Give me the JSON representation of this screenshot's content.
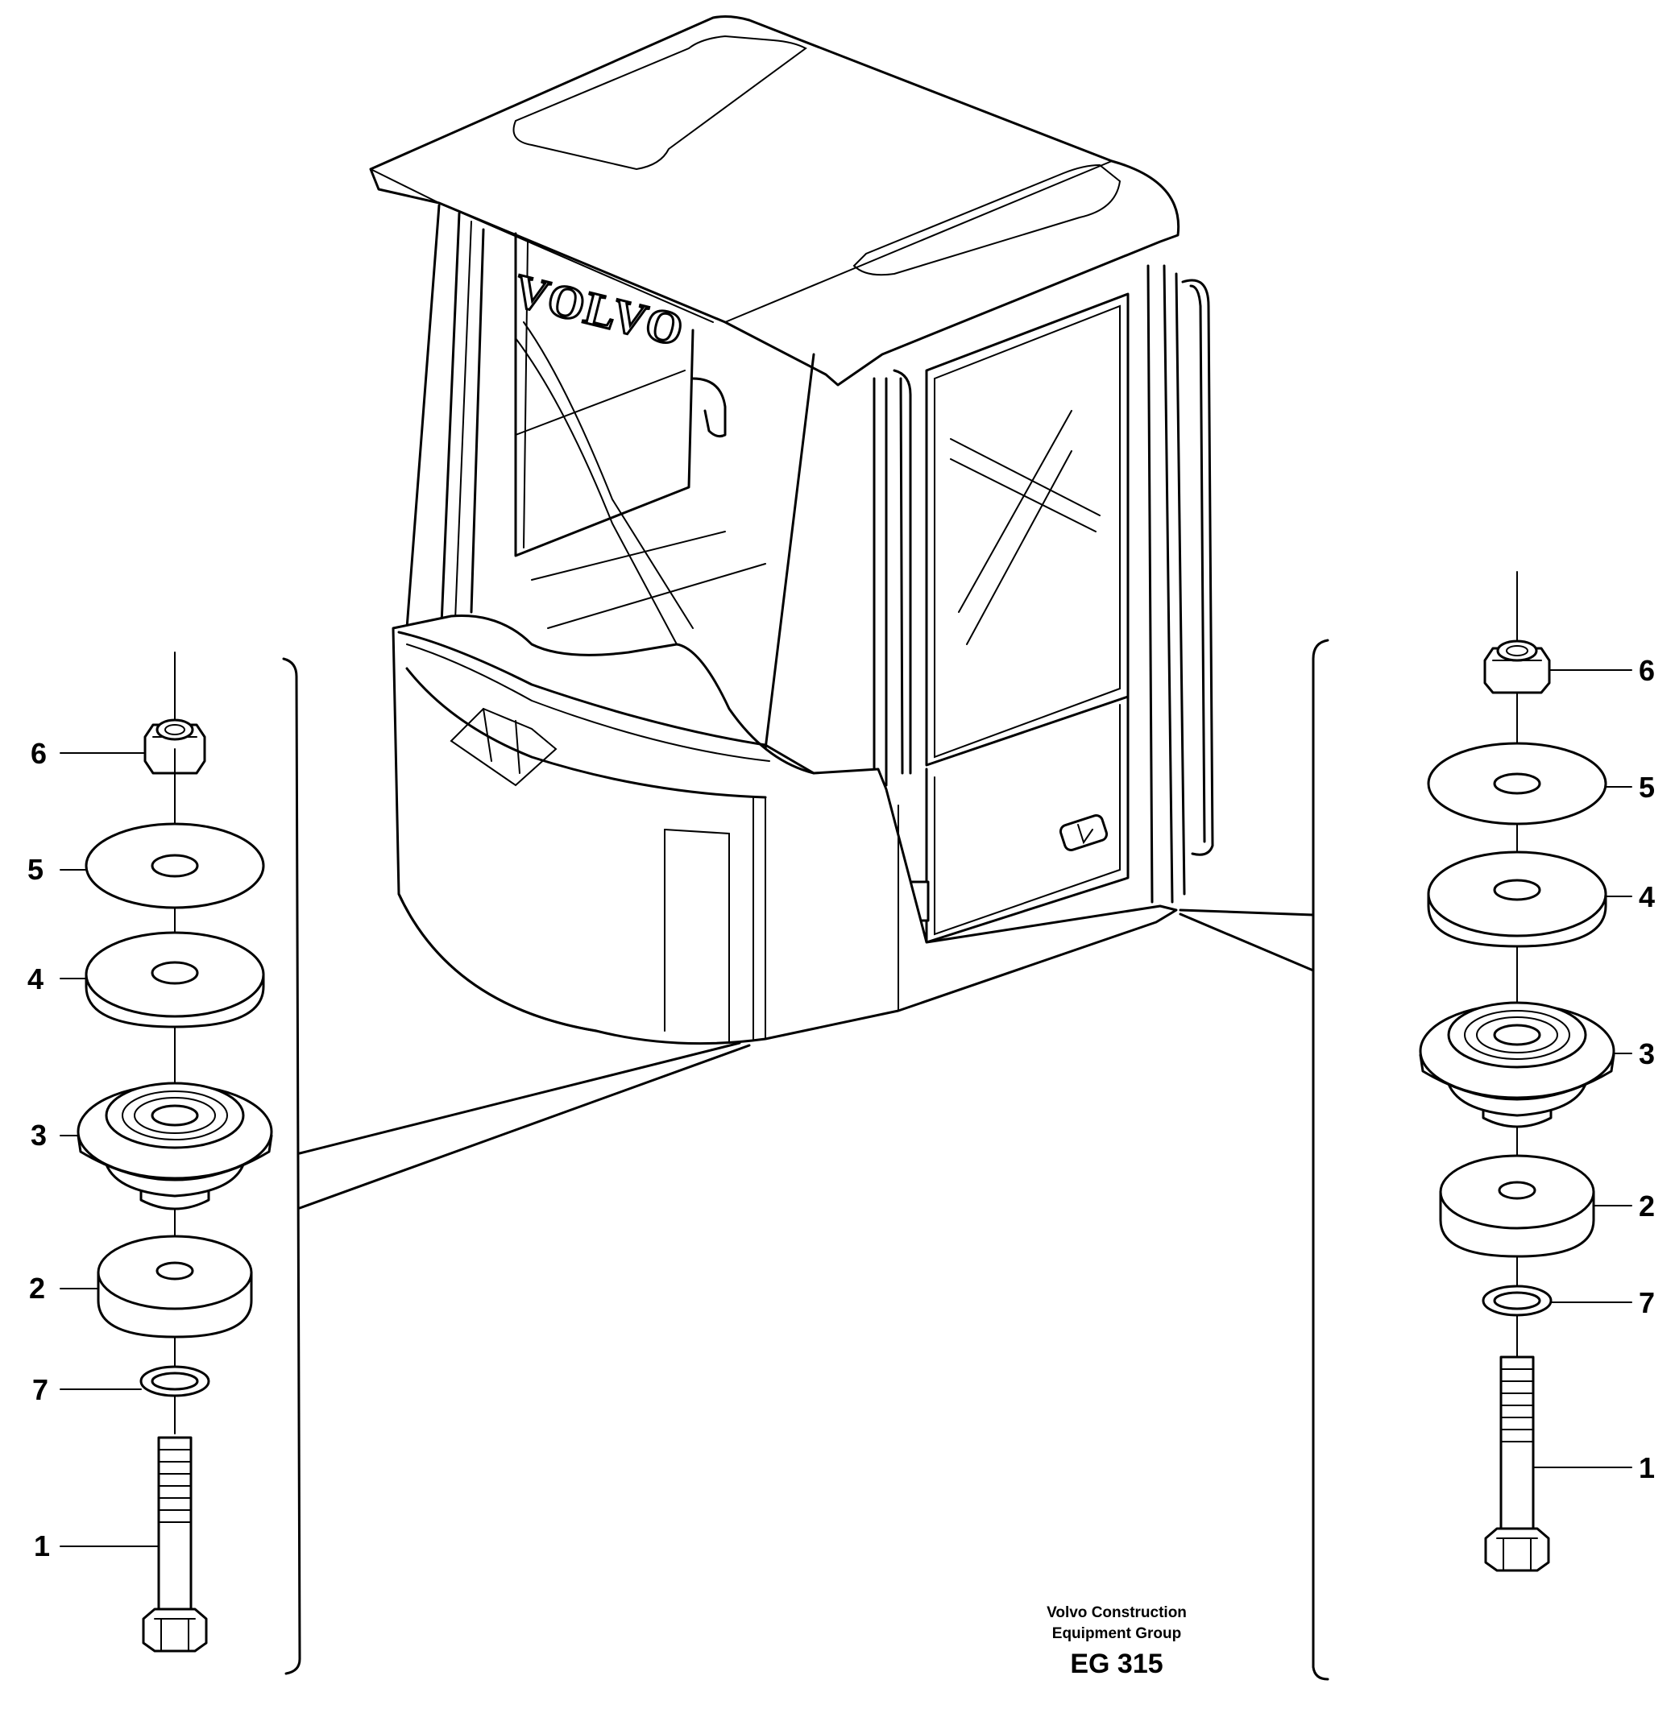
{
  "brand": {
    "cab_logo": "VOLVO"
  },
  "footer": {
    "line1": "Volvo Construction",
    "line2": "Equipment Group",
    "code": "EG 315"
  },
  "left_stack": {
    "callouts": [
      {
        "part": "6",
        "label": "6",
        "name": "lock-nut"
      },
      {
        "part": "5",
        "label": "5",
        "name": "washer"
      },
      {
        "part": "4",
        "label": "4",
        "name": "spacer"
      },
      {
        "part": "3",
        "label": "3",
        "name": "rubber-mount"
      },
      {
        "part": "2",
        "label": "2",
        "name": "bushing"
      },
      {
        "part": "7",
        "label": "7",
        "name": "o-ring"
      },
      {
        "part": "1",
        "label": "1",
        "name": "bolt"
      }
    ]
  },
  "right_stack": {
    "callouts": [
      {
        "part": "6",
        "label": "6",
        "name": "lock-nut"
      },
      {
        "part": "5",
        "label": "5",
        "name": "washer"
      },
      {
        "part": "4",
        "label": "4",
        "name": "spacer"
      },
      {
        "part": "3",
        "label": "3",
        "name": "rubber-mount"
      },
      {
        "part": "2",
        "label": "2",
        "name": "bushing"
      },
      {
        "part": "7",
        "label": "7",
        "name": "o-ring"
      },
      {
        "part": "1",
        "label": "1",
        "name": "bolt"
      }
    ]
  }
}
